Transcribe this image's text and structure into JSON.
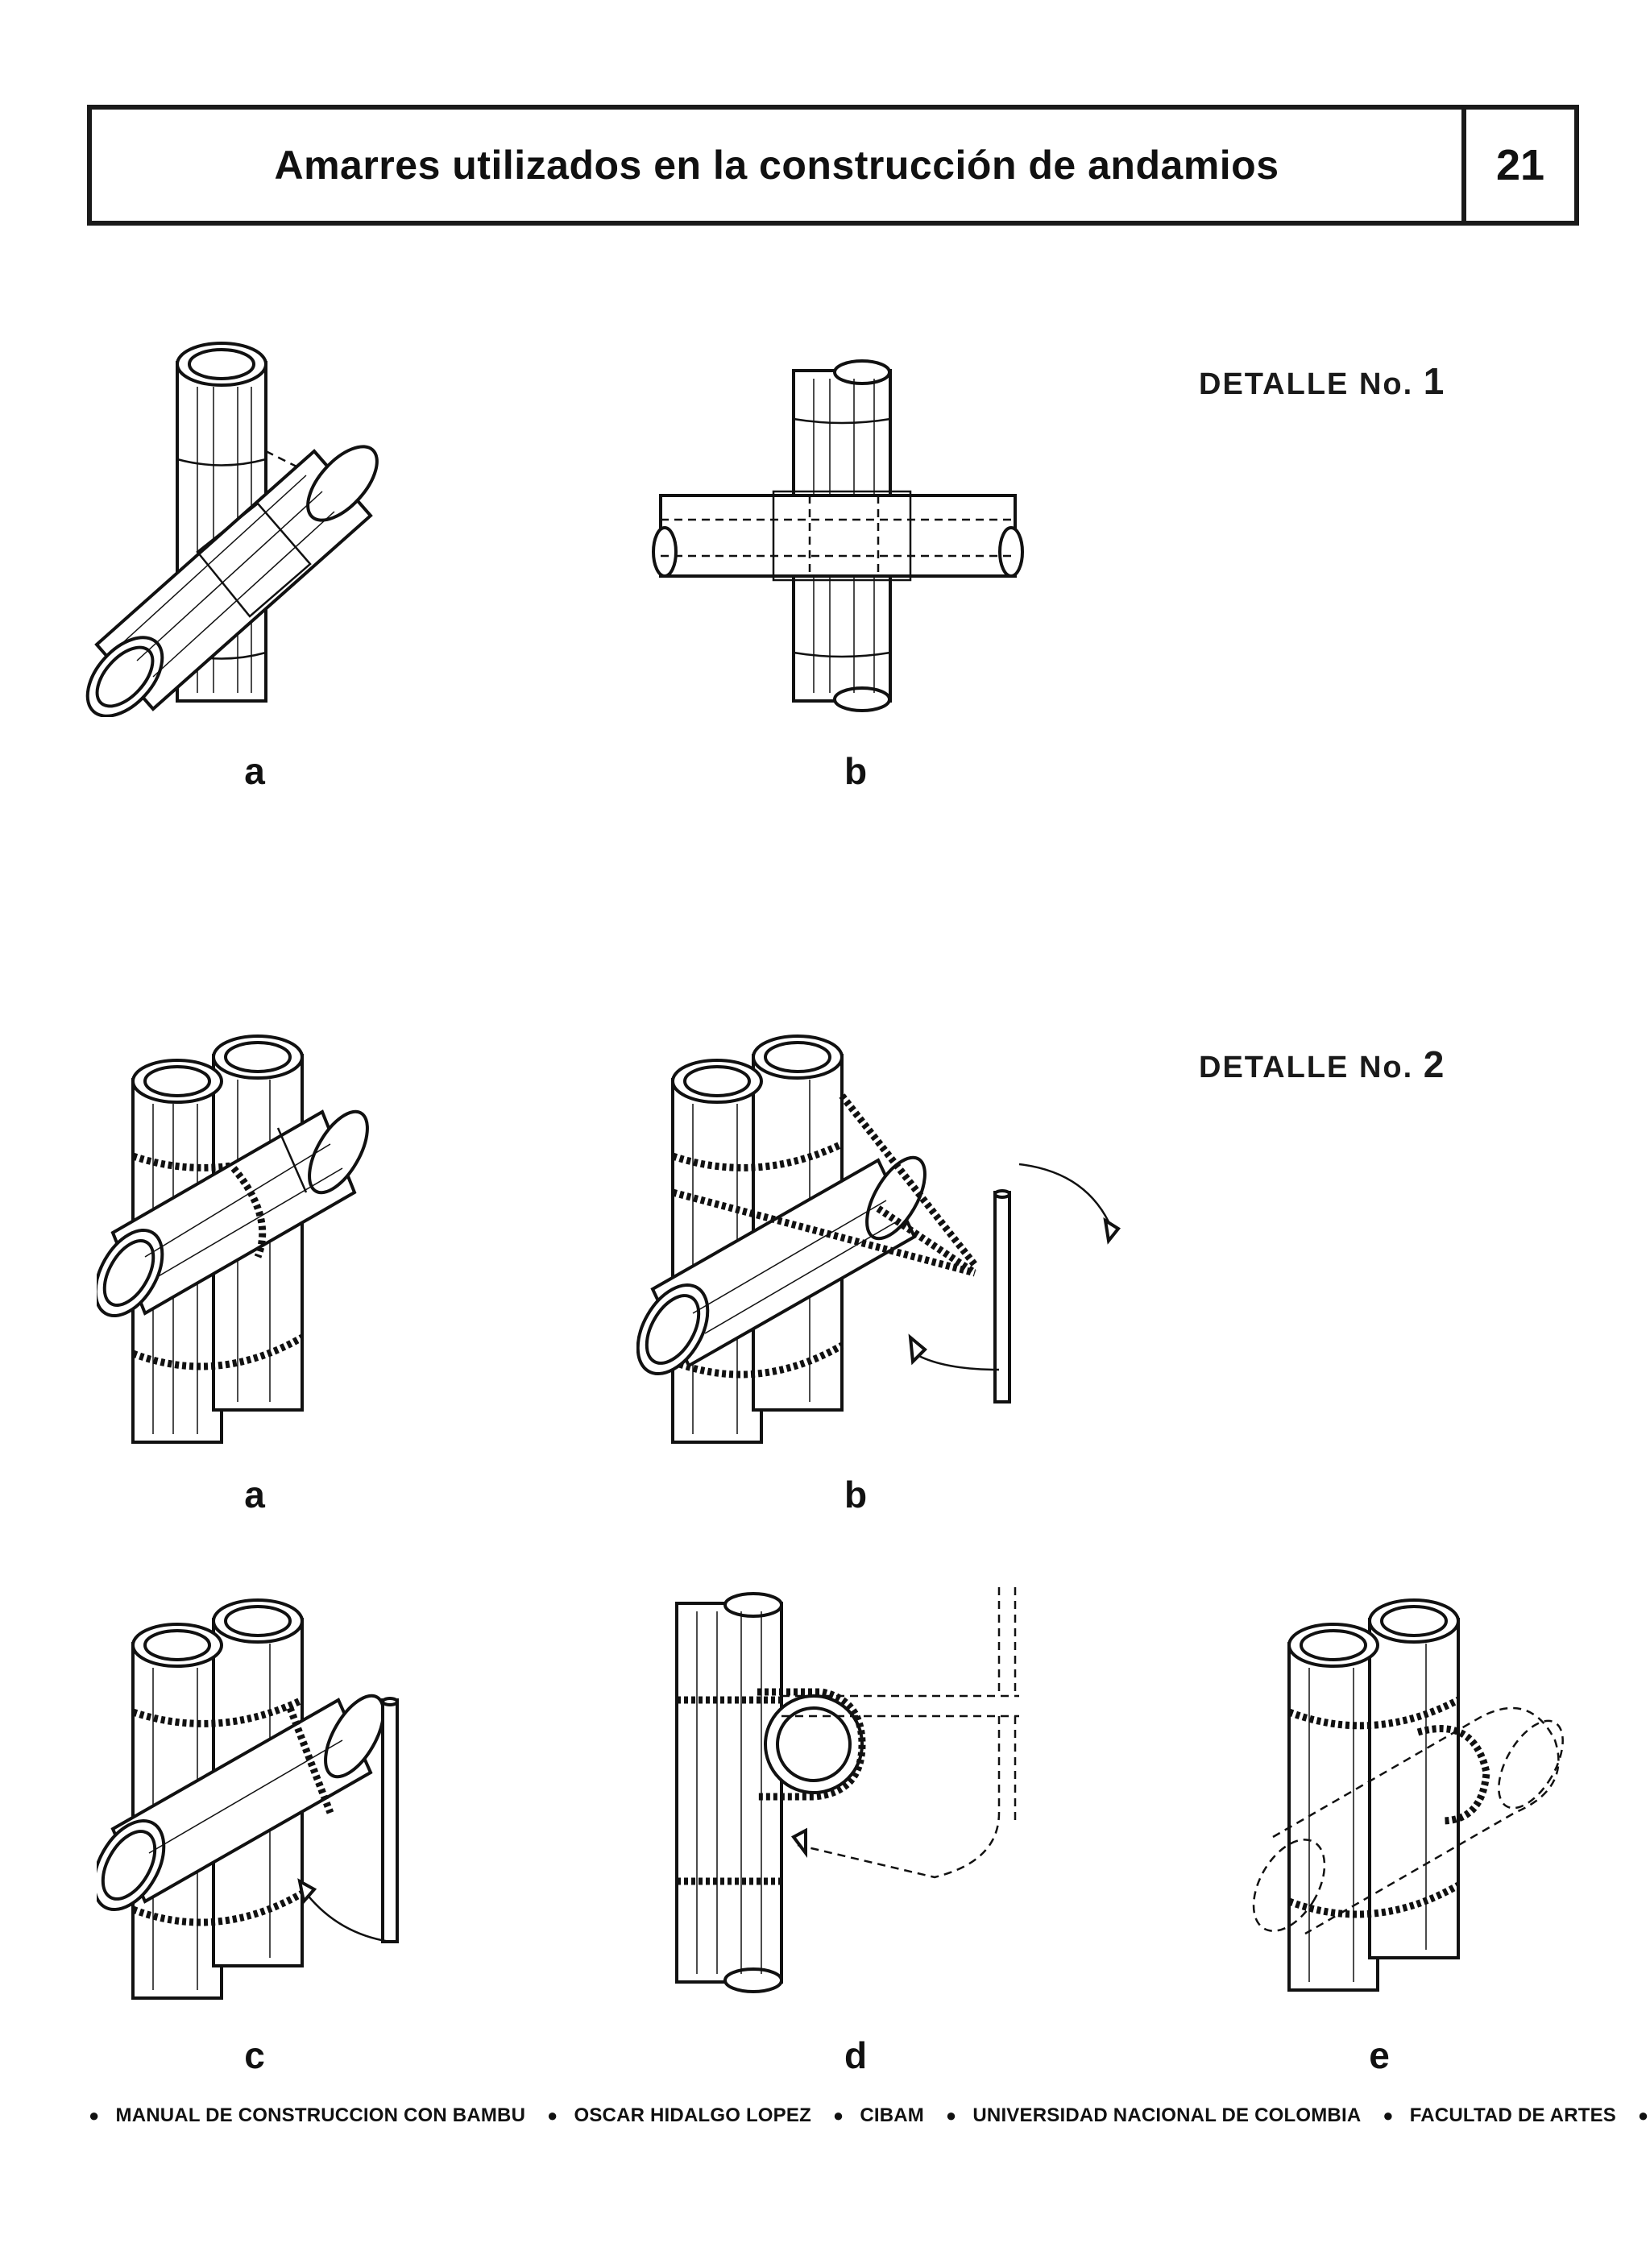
{
  "header": {
    "title": "Amarres utilizados en la construcción de andamios",
    "page_number": "21"
  },
  "detail1": {
    "label": "DETALLE No.",
    "number": "1",
    "figures": [
      {
        "label": "a"
      },
      {
        "label": "b"
      }
    ]
  },
  "detail2": {
    "label": "DETALLE No.",
    "number": "2",
    "figures": [
      {
        "label": "a"
      },
      {
        "label": "b"
      },
      {
        "label": "c"
      },
      {
        "label": "d"
      },
      {
        "label": "e"
      }
    ]
  },
  "footer": {
    "items": [
      "MANUAL DE CONSTRUCCION CON BAMBU",
      "OSCAR HIDALGO LOPEZ",
      "CIBAM",
      "UNIVERSIDAD NACIONAL DE COLOMBIA",
      "FACULTAD DE ARTES"
    ]
  }
}
